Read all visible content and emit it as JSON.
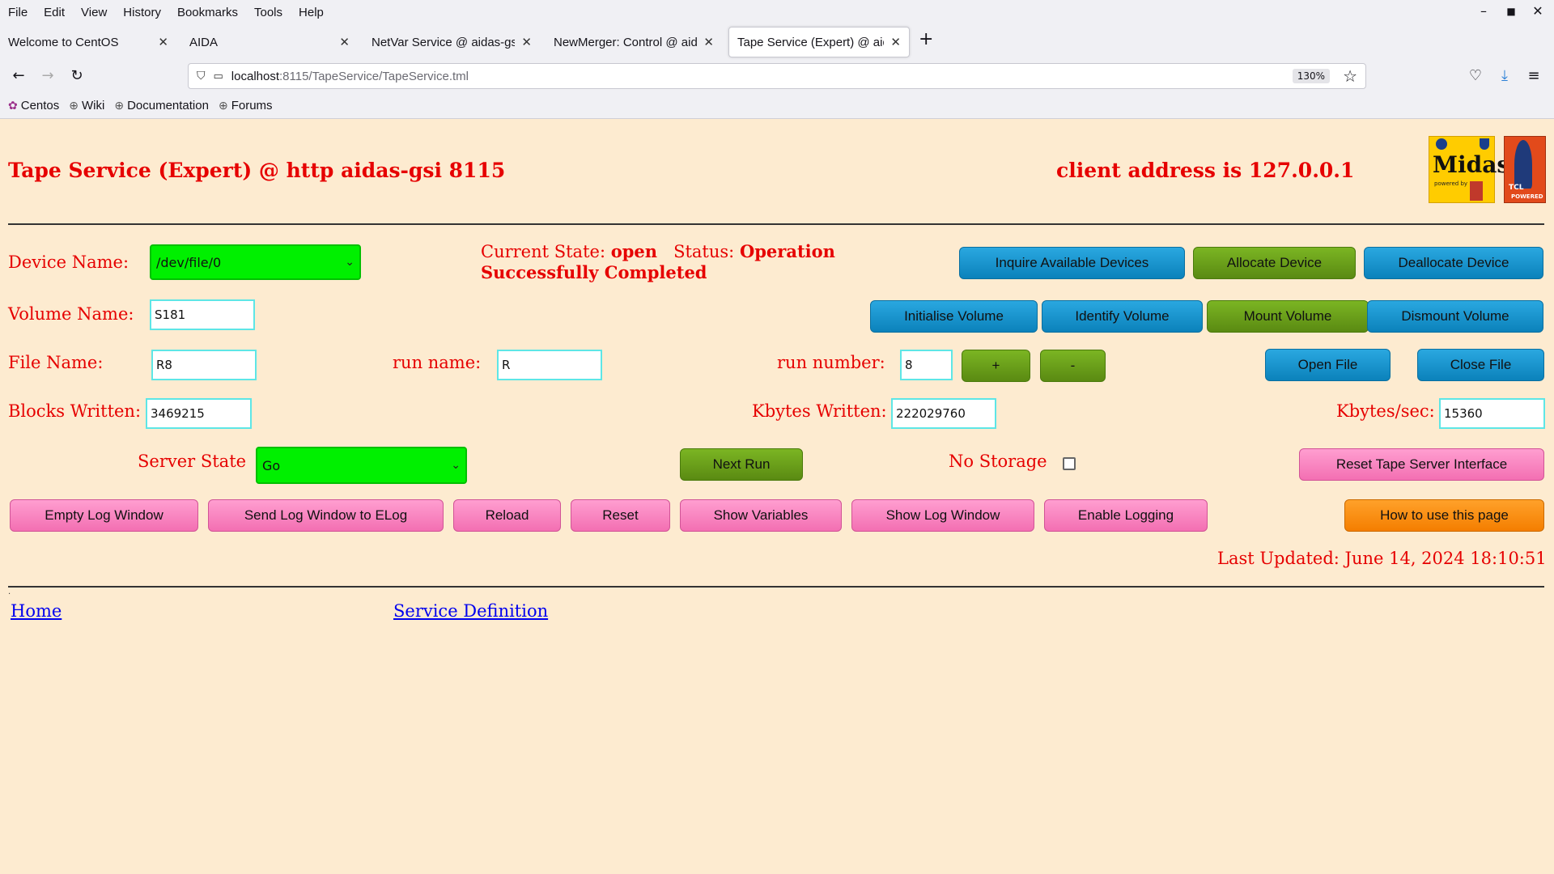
{
  "browser": {
    "menu": [
      "File",
      "Edit",
      "View",
      "History",
      "Bookmarks",
      "Tools",
      "Help"
    ],
    "tabs": [
      {
        "label": "Welcome to CentOS"
      },
      {
        "label": "AIDA"
      },
      {
        "label": "NetVar Service @ aidas-gsi"
      },
      {
        "label": "NewMerger: Control @ aidas"
      },
      {
        "label": "Tape Service (Expert) @ aidas"
      }
    ],
    "url_host": "localhost",
    "url_path": ":8115/TapeService/TapeService.tml",
    "zoom": "130%",
    "bookmarks": [
      "Centos",
      "Wiki",
      "Documentation",
      "Forums"
    ]
  },
  "page": {
    "title": "Tape Service (Expert) @ http aidas-gsi 8115",
    "client_address": "client address is 127.0.0.1",
    "logo_midas_text": "Midas",
    "logo_midas_sub": "powered by",
    "logo_tcl_text": "TCL",
    "logo_tcl_sub": "POWERED",
    "device_label": "Device Name:",
    "device_value": "/dev/file/0",
    "state_prefix": "Current State:",
    "state_value": "open",
    "status_prefix": "Status:",
    "status_value": "Operation Successfully Completed",
    "buttons_row1": {
      "inquire": "Inquire Available Devices",
      "allocate": "Allocate Device",
      "deallocate": "Deallocate Device"
    },
    "volume_label": "Volume Name:",
    "volume_value": "S181",
    "buttons_row2": {
      "initialise": "Initialise Volume",
      "identify": "Identify Volume",
      "mount": "Mount Volume",
      "dismount": "Dismount Volume"
    },
    "file_label": "File Name:",
    "file_value": "R8",
    "run_name_label": "run name:",
    "run_name_value": "R",
    "run_number_label": "run number:",
    "run_number_value": "8",
    "plus": "+",
    "minus": "-",
    "open_file": "Open File",
    "close_file": "Close File",
    "blocks_label": "Blocks Written:",
    "blocks_value": "3469215",
    "kbytes_label": "Kbytes Written:",
    "kbytes_value": "222029760",
    "rate_label": "Kbytes/sec:",
    "rate_value": "15360",
    "server_state_label": "Server State",
    "server_state_value": "Go",
    "next_run": "Next Run",
    "no_storage_label": "No Storage",
    "reset_tape": "Reset Tape Server Interface",
    "bottom_buttons": {
      "empty_log": "Empty Log Window",
      "send_log": "Send Log Window to ELog",
      "reload": "Reload",
      "reset": "Reset",
      "show_vars": "Show Variables",
      "show_log": "Show Log Window",
      "enable_logging": "Enable Logging",
      "how_to": "How to use this page"
    },
    "last_updated": "Last Updated: June 14, 2024 18:10:51",
    "footer_dot": ".",
    "link_home": "Home",
    "link_service_def": "Service Definition"
  },
  "colors": {
    "page_bg": "#fdebd0",
    "text_red": "#e60000",
    "select_green": "#00f000",
    "btn_blue": "#0b82bb",
    "btn_green": "#5a8a12",
    "btn_pink": "#f36fb2",
    "btn_orange": "#f47e00"
  }
}
